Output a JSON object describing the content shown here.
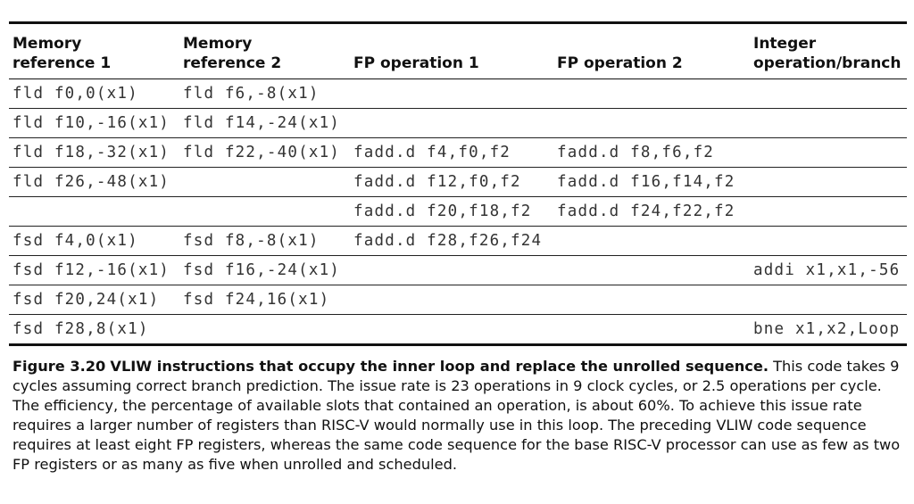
{
  "table": {
    "headers": [
      [
        "Memory",
        "reference 1"
      ],
      [
        "Memory",
        "reference 2"
      ],
      [
        "",
        "FP operation 1"
      ],
      [
        "",
        "FP operation 2"
      ],
      [
        "Integer",
        "operation/branch"
      ]
    ],
    "rows": [
      [
        "fld f0,0(x1)",
        "fld f6,-8(x1)",
        "",
        "",
        ""
      ],
      [
        "fld f10,-16(x1)",
        "fld f14,-24(x1)",
        "",
        "",
        ""
      ],
      [
        "fld f18,-32(x1)",
        "fld f22,-40(x1)",
        "fadd.d f4,f0,f2",
        "fadd.d f8,f6,f2",
        ""
      ],
      [
        "fld f26,-48(x1)",
        "",
        "fadd.d f12,f0,f2",
        "fadd.d f16,f14,f2",
        ""
      ],
      [
        "",
        "",
        "fadd.d f20,f18,f2",
        "fadd.d f24,f22,f2",
        ""
      ],
      [
        "fsd f4,0(x1)",
        "fsd f8,-8(x1)",
        "fadd.d f28,f26,f24",
        "",
        ""
      ],
      [
        "fsd f12,-16(x1)",
        "fsd f16,-24(x1)",
        "",
        "",
        "addi x1,x1,-56"
      ],
      [
        "fsd f20,24(x1)",
        "fsd f24,16(x1)",
        "",
        "",
        ""
      ],
      [
        "fsd f28,8(x1)",
        "",
        "",
        "",
        "bne x1,x2,Loop"
      ]
    ]
  },
  "caption": {
    "label": "Figure 3.20",
    "title": "VLIW instructions that occupy the inner loop and replace the unrolled sequence.",
    "body": "This code takes 9 cycles assuming correct branch prediction. The issue rate is 23 operations in 9 clock cycles, or 2.5 operations per cycle. The efficiency, the percentage of available slots that contained an operation, is about 60%. To achieve this issue rate requires a larger number of registers than RISC-V would normally use in this loop. The preceding VLIW code sequence requires at least eight FP registers, whereas the same code sequence for the base RISC-V processor can use as few as two FP registers or as many as five when unrolled and scheduled."
  }
}
